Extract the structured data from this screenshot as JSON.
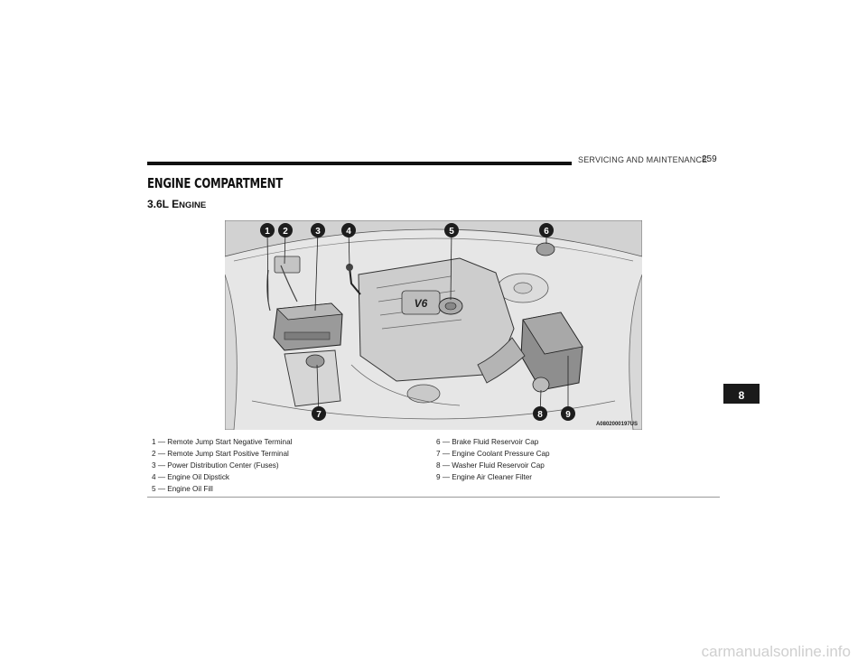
{
  "header": {
    "section": "SERVICING AND MAINTENANCE",
    "page_number": "259"
  },
  "chapter_title": "ENGINE COMPARTMENT",
  "section_title": {
    "lead": "3.6L E",
    "rest": "NGINE"
  },
  "figure": {
    "code": "A0802000197US",
    "engine_badge": "V6",
    "callouts": [
      "1",
      "2",
      "3",
      "4",
      "5",
      "6",
      "7",
      "8",
      "9"
    ]
  },
  "legend": {
    "left": [
      "1 — Remote Jump Start Negative Terminal",
      "2 — Remote Jump Start Positive Terminal",
      "3 — Power Distribution Center (Fuses)",
      "4 — Engine Oil Dipstick",
      "5 — Engine Oil Fill"
    ],
    "right": [
      "6 — Brake Fluid Reservoir Cap",
      "7 — Engine Coolant Pressure Cap",
      "8 — Washer Fluid Reservoir Cap",
      "9 — Engine Air Cleaner Filter"
    ]
  },
  "chapter_tab": "8",
  "watermark": "carmanualsonline.info"
}
